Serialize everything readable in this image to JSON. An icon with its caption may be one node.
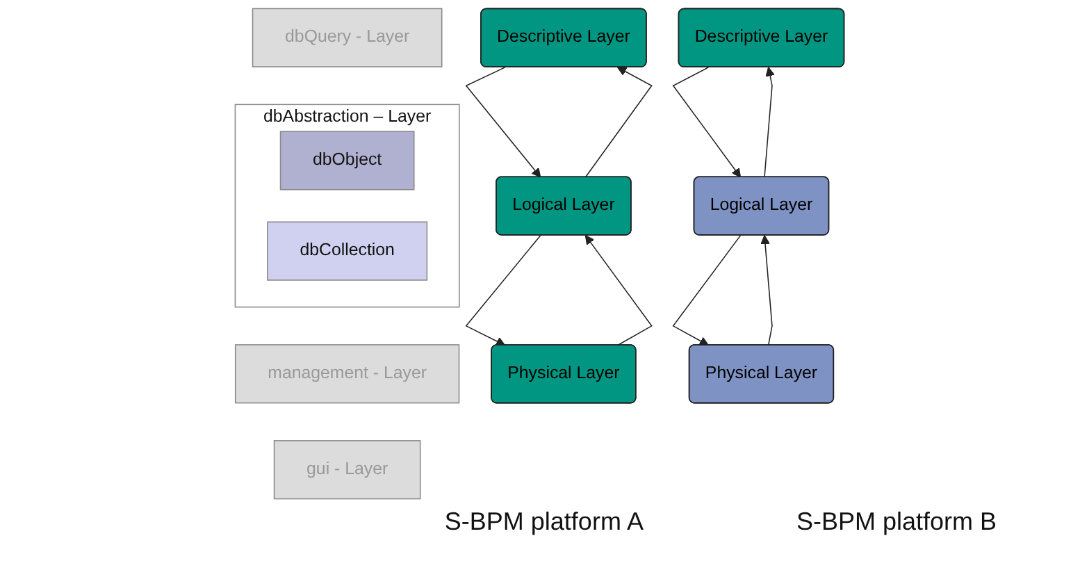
{
  "diagram": {
    "nodes": [
      {
        "text": [
          "dbQuery - Layer"
        ]
      },
      {
        "text": [
          "dbAbstraction – Layer"
        ]
      },
      {
        "text": [
          "dbObject"
        ],
        "in": 1
      },
      {
        "text": [
          "dbCollection"
        ],
        "in": 1
      },
      {
        "text": [
          "management - Layer"
        ]
      },
      {
        "text": [
          "gui - Layer"
        ]
      },
      {
        "text": [
          "Descriptive Layer"
        ]
      },
      {
        "text": [
          "Logical Layer"
        ]
      },
      {
        "text": [
          "Physical Layer"
        ]
      },
      {
        "text": [
          "Descriptive Layer"
        ]
      },
      {
        "text": [
          "Logical Layer"
        ]
      },
      {
        "text": [
          "Physical Layer"
        ]
      }
    ],
    "edges": [
      {
        "from": 6,
        "to": 7,
        "arrow": "to"
      },
      {
        "from": 7,
        "to": 6,
        "arrow": "to"
      },
      {
        "from": 7,
        "to": 8,
        "arrow": "to"
      },
      {
        "from": 8,
        "to": 7,
        "arrow": "to"
      },
      {
        "from": 9,
        "to": 10,
        "arrow": "to"
      },
      {
        "from": 10,
        "to": 9,
        "arrow": "to"
      },
      {
        "from": 10,
        "to": 11,
        "arrow": "to"
      },
      {
        "from": 11,
        "to": 10,
        "arrow": "to"
      }
    ],
    "labels": [
      "S-BPM platform A",
      "S-BPM platform B"
    ]
  }
}
